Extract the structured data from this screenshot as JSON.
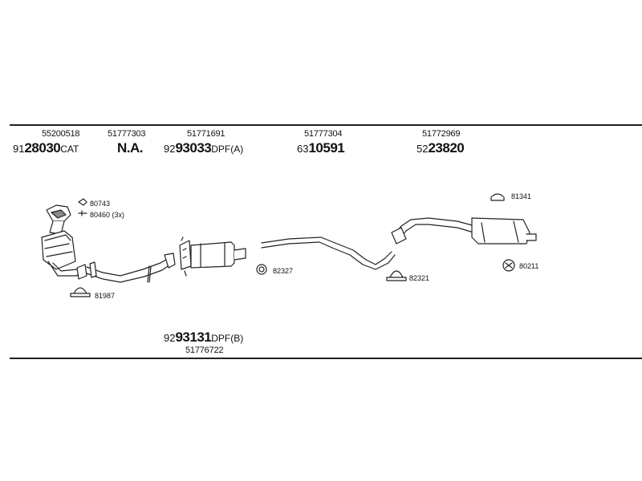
{
  "top_parts": [
    {
      "oe": "55200518",
      "prefix": "91",
      "number": "28030",
      "suffix": "CAT"
    },
    {
      "oe": "51777303",
      "prefix": "",
      "number": "N.A.",
      "suffix": ""
    },
    {
      "oe": "51771691",
      "prefix": "92",
      "number": "93033",
      "suffix": "DPF(A)"
    },
    {
      "oe": "51777304",
      "prefix": "63",
      "number": "10591",
      "suffix": ""
    },
    {
      "oe": "51772969",
      "prefix": "52",
      "number": "23820",
      "suffix": ""
    }
  ],
  "bottom_part": {
    "oe": "51776722",
    "prefix": "92",
    "number": "93131",
    "suffix": "DPF(B)"
  },
  "accessories": [
    {
      "code": "80743"
    },
    {
      "code": "80460 (3x)"
    },
    {
      "code": "81987"
    },
    {
      "code": "82327"
    },
    {
      "code": "82321"
    },
    {
      "code": "81341"
    },
    {
      "code": "80211"
    }
  ]
}
